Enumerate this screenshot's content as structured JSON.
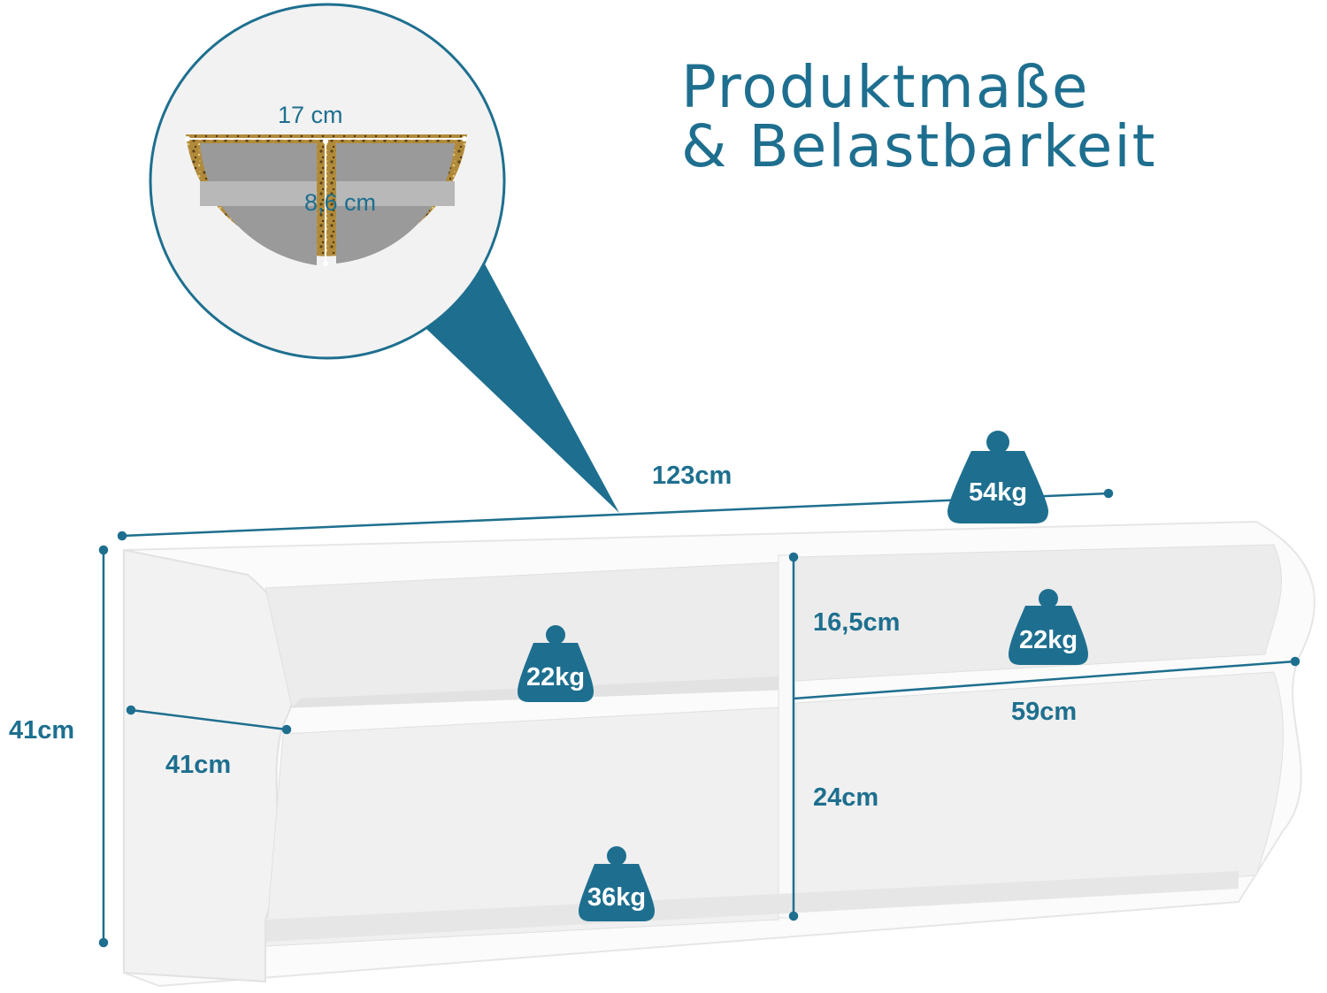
{
  "title": {
    "line1": "Produktmaße",
    "line2": "& Belastbarkeit"
  },
  "detail": {
    "width_label": "17 cm",
    "height_label": "8,6 cm"
  },
  "dimensions": {
    "total_width": "123cm",
    "total_height": "41cm",
    "side_depth": "41cm",
    "upper_compartment_height": "16,5cm",
    "lower_compartment_height": "24cm",
    "compartment_width": "59cm"
  },
  "loads": {
    "top": "54kg",
    "upper_left_shelf": "22kg",
    "upper_right_shelf": "22kg",
    "bottom": "36kg"
  },
  "colors": {
    "accent": "#1e6f8f",
    "cabinet": "#f7f7f7",
    "weight_badge": "#1e6f8f"
  }
}
